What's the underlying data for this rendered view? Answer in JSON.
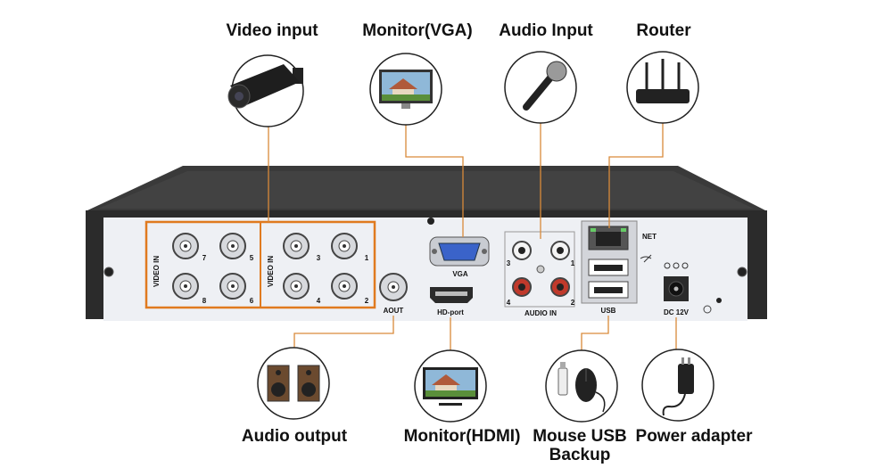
{
  "labels": {
    "video_input": "Video input",
    "monitor_vga": "Monitor(VGA)",
    "audio_input": "Audio Input",
    "router": "Router",
    "audio_output": "Audio output",
    "monitor_hdmi": "Monitor(HDMI)",
    "mouse_usb_line1": "Mouse USB",
    "mouse_usb_line2": "Backup",
    "power_adapter": "Power adapter"
  },
  "panel": {
    "video_in_label": "VIDEO IN",
    "video_channels_left": [
      "7",
      "5",
      "8",
      "6"
    ],
    "video_channels_right": [
      "3",
      "1",
      "4",
      "2"
    ],
    "aout": "AOUT",
    "vga": "VGA",
    "hdmi": "HD-port",
    "audio_in": "AUDIO IN",
    "audio_channels": [
      "3",
      "1",
      "4",
      "2"
    ],
    "net": "NET",
    "usb": "USB",
    "power": "DC 12V"
  },
  "colors": {
    "connector_line": "#d98a3a",
    "highlight_box": "#e07a1f",
    "chassis": "#2b2b2b",
    "panel_face": "#eef0f4"
  }
}
